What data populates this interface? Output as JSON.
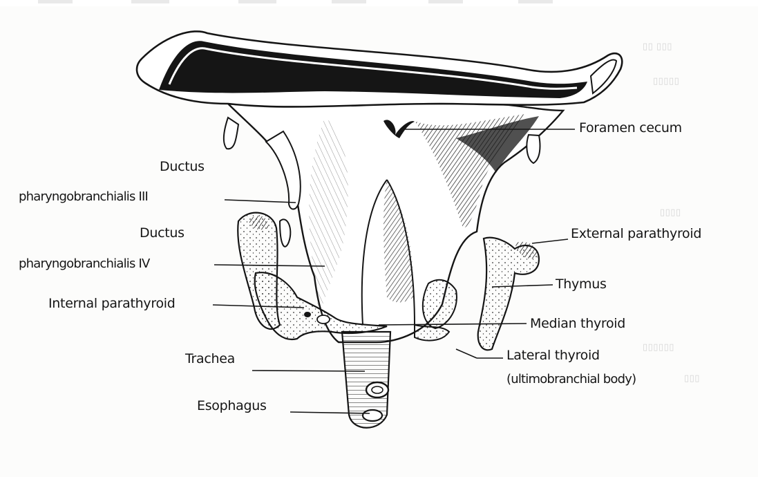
{
  "diagram": {
    "labels": {
      "foramen_cecum": "Foramen cecum",
      "ductus_iii_line1": "Ductus",
      "ductus_iii_line2": "pharyngobranchialis III",
      "ductus_iv_line1": "Ductus",
      "ductus_iv_line2": "pharyngobranchialis IV",
      "internal_parathyroid": "Internal parathyroid",
      "external_parathyroid": "External parathyroid",
      "thymus": "Thymus",
      "median_thyroid": "Median thyroid",
      "lateral_thyroid_line1": "Lateral thyroid",
      "lateral_thyroid_line2": "(ultimobranchial body)",
      "trachea": "Trachea",
      "esophagus": "Esophagus"
    }
  },
  "colors": {
    "ink": "#151515",
    "paper": "#fcfcfb",
    "tissue": "#ffffff",
    "shading": "#2a2a2a"
  }
}
